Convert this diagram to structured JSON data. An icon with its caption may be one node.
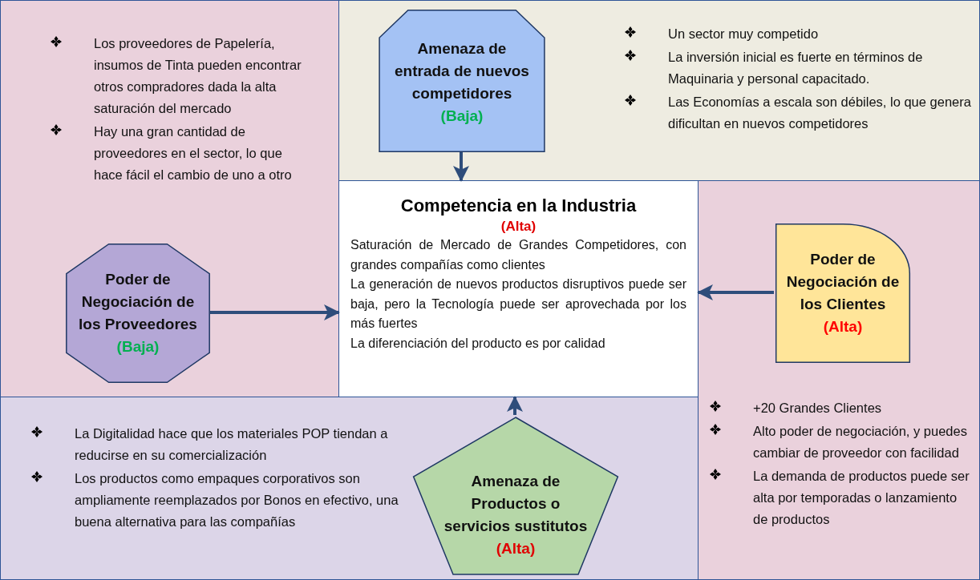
{
  "diagram": {
    "nodes": [
      {
        "text": [
          "Los proveedores de Papelería, insumos de Tinta pueden encontrar otros compradores dada la alta saturación del mercado",
          "Hay una gran cantidad de proveedores en el sector, lo que hace fácil el cambio de uno a otro"
        ]
      },
      {
        "text": [
          "Poder de Negociación de los Proveedores",
          "(Baja)"
        ],
        "in": 0
      },
      {
        "text": [
          "Un sector muy competido",
          "La inversión inicial es fuerte en términos de Maquinaria y personal capacitado.",
          "Las Economías a escala son débiles, lo que genera dificultan en nuevos competidores"
        ]
      },
      {
        "text": [
          "Amenaza de entrada de nuevos competidores",
          "(Baja)"
        ],
        "in": 2
      },
      {
        "text": [
          "Competencia en la Industria",
          "(Alta)",
          "Saturación de Mercado de Grandes Competidores, con grandes compañías como clientes",
          "La generación de nuevos productos disruptivos puede ser baja, pero la Tecnología puede ser aprovechada por los más fuertes",
          "La diferenciación del producto es por calidad"
        ]
      },
      {
        "text": [
          "+20 Grandes Clientes",
          "Alto poder de negociación, y puedes cambiar de proveedor con facilidad",
          "La demanda de productos puede ser alta por temporadas o lanzamiento de productos"
        ]
      },
      {
        "text": [
          "Poder de Negociación de los Clientes",
          "(Alta)"
        ],
        "in": 5
      },
      {
        "text": [
          "La Digitalidad hace que los materiales POP tiendan a reducirse en su comercialización",
          "Los productos como empaques corporativos son ampliamente reemplazados por Bonos en efectivo, una buena alternativa para las compañías"
        ]
      },
      {
        "text": [
          "Amenaza de Productos o servicios sustitutos",
          "(Alta)"
        ],
        "in": 7
      }
    ],
    "edges": [
      {
        "from": 1,
        "to": 4,
        "arrow": "to"
      },
      {
        "from": 3,
        "to": 4,
        "arrow": "to"
      },
      {
        "from": 6,
        "to": 4,
        "arrow": "to"
      },
      {
        "from": 8,
        "to": 4,
        "arrow": "to"
      }
    ]
  }
}
